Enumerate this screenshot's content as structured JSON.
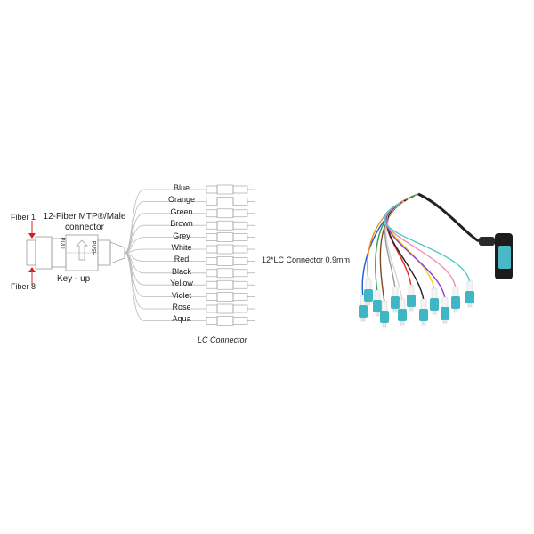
{
  "diagram": {
    "fiber_top_label": "Fiber 1",
    "fiber_bottom_label": "Fiber 8",
    "connector_title_line1": "12-Fiber MTP®/Male",
    "connector_title_line2": "connector",
    "key_up_label": "Key - up",
    "pull_label": "PULL",
    "push_label": "PUSH",
    "lc_count_label": "12*LC Connector 0.9mm",
    "lc_connector_label": "LC Connector",
    "fiber_colors": [
      {
        "name": "Blue",
        "hex": "#1e5bd6"
      },
      {
        "name": "Orange",
        "hex": "#f08c1e"
      },
      {
        "name": "Green",
        "hex": "#2ea043"
      },
      {
        "name": "Brown",
        "hex": "#7a4a24"
      },
      {
        "name": "Grey",
        "hex": "#9a9a9a"
      },
      {
        "name": "White",
        "hex": "#f2f2f2"
      },
      {
        "name": "Red",
        "hex": "#e02b2b"
      },
      {
        "name": "Black",
        "hex": "#222222"
      },
      {
        "name": "Yellow",
        "hex": "#f2d21e"
      },
      {
        "name": "Violet",
        "hex": "#8a3fd1"
      },
      {
        "name": "Rose",
        "hex": "#f08fb0"
      },
      {
        "name": "Aqua",
        "hex": "#4fc9c9"
      }
    ]
  },
  "colors": {
    "line": "#bbbbbb",
    "arrow": "#d92020",
    "connector_body": "#3fb6c4",
    "mtp_body": "#1c1c1c",
    "mtp_accent": "#4bb8c8"
  }
}
